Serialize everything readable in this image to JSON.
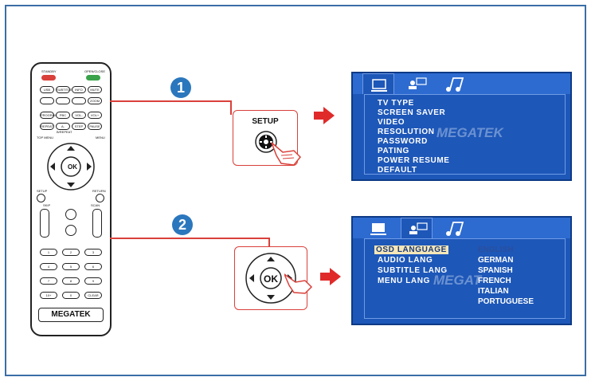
{
  "remote": {
    "standby": "STANDBY",
    "open_close": "OPEN/CLOSE",
    "row1": [
      "USB",
      "SUBTITLE",
      "INFO",
      "MUTE"
    ],
    "row2": [
      "ZOOM"
    ],
    "row3": [
      "PROGRAM",
      "PBC",
      "VOL-",
      "VOL+"
    ],
    "row4": [
      "REPEAT",
      "A-B/REPEAT",
      "STEP",
      "PAUSE"
    ],
    "top_menu": "TOP MENU",
    "menu": "MENU",
    "ok": "OK",
    "setup": "SETUP",
    "return": "RETURN",
    "skip": "SKIP",
    "scan": "SCAN",
    "numbers": [
      "1",
      "2",
      "3",
      "4",
      "5",
      "6",
      "7",
      "8",
      "9",
      "10+",
      "0",
      "CLEAR"
    ],
    "brand": "MEGATEK"
  },
  "steps": [
    {
      "number": "1",
      "card_title": "SETUP",
      "icon": "gear-icon"
    },
    {
      "number": "2",
      "card_ok": "OK",
      "icon": "dpad-icon"
    }
  ],
  "osd1": {
    "items": [
      "TV TYPE",
      "SCREEN  SAVER",
      "VIDEO",
      "RESOLUTION",
      "PASSWORD",
      "PATING",
      "POWER  RESUME",
      "DEFAULT"
    ],
    "watermark": "MEGATEK"
  },
  "osd2": {
    "items": [
      "OSD  LANGUAGE",
      "AUDIO  LANG",
      "SUBTITLE  LANG",
      "MENU  LANG"
    ],
    "options": [
      "ENGLISH",
      "GERMAN",
      "SPANISH",
      "FRENCH",
      "ITALIAN",
      "PORTUGUESE"
    ],
    "watermark": "MEGAT"
  },
  "colors": {
    "accent_red": "#d9403a",
    "badge_blue": "#2b77bd",
    "osd_blue": "#1d57b8",
    "highlight": "#f6e7b8"
  }
}
